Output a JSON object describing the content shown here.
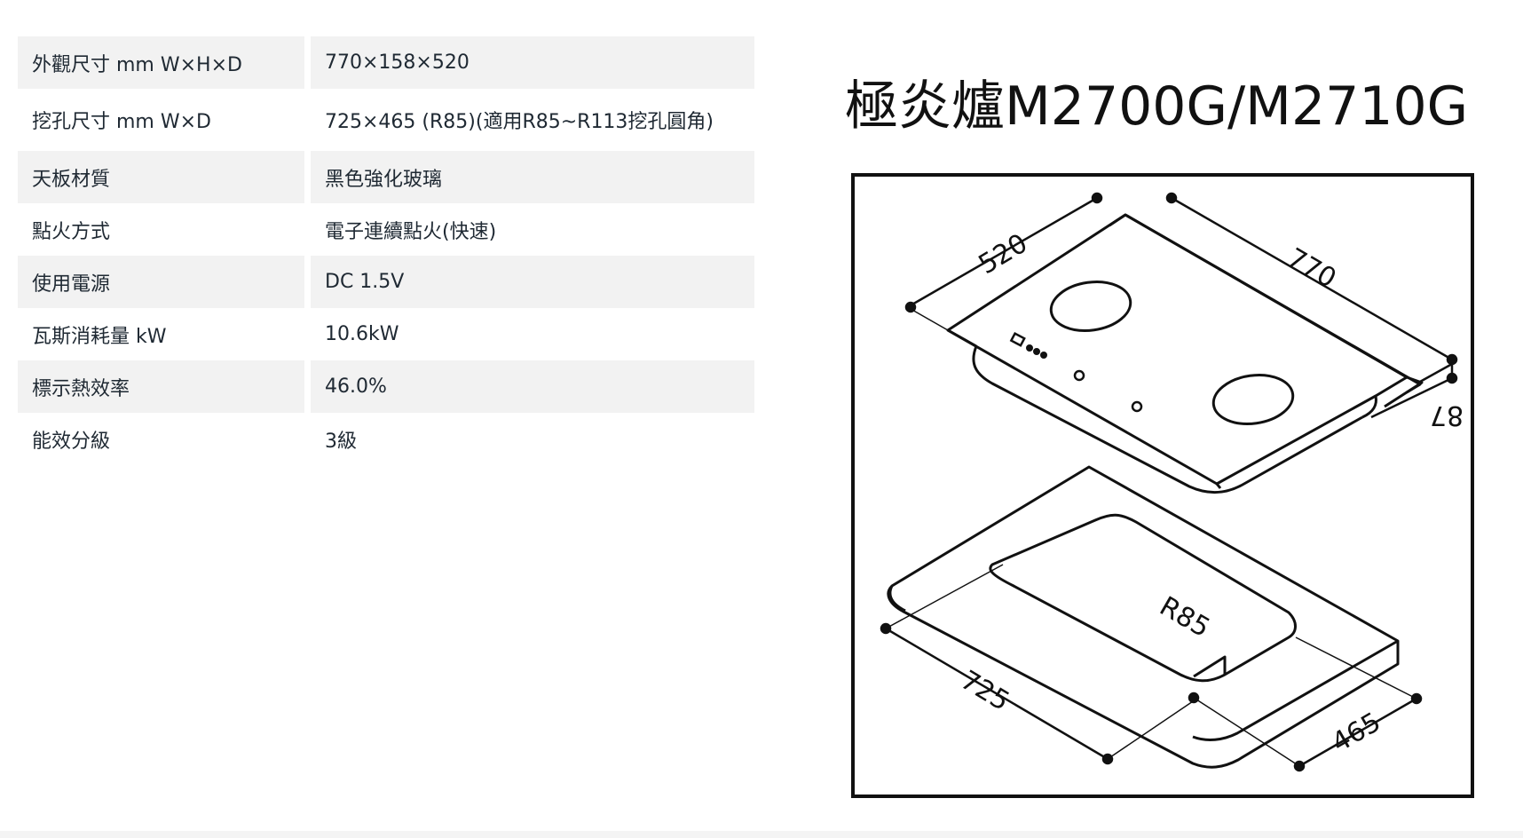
{
  "specs": [
    {
      "label": "外觀尺寸 mm W×H×D",
      "value": "770×158×520"
    },
    {
      "label": "挖孔尺寸 mm W×D",
      "value": "725×465 (R85)(適用R85~R113挖孔圓角)"
    },
    {
      "label": "天板材質",
      "value": "黑色強化玻璃"
    },
    {
      "label": "點火方式",
      "value": "電子連續點火(快速)"
    },
    {
      "label": "使用電源",
      "value": "DC 1.5V"
    },
    {
      "label": "瓦斯消耗量 kW",
      "value": "10.6kW"
    },
    {
      "label": "標示熱效率",
      "value": "46.0%"
    },
    {
      "label": "能效分級",
      "value": "3級"
    }
  ],
  "figure": {
    "title": "極炎爐M2700G/M2710G",
    "dim_depth": "520",
    "dim_width": "770",
    "dim_height": "87",
    "dim_corner_radius": "R85",
    "dim_cutout_width": "725",
    "dim_cutout_depth": "465"
  },
  "colors": {
    "row_shade": "#f2f2f2",
    "text": "#1f2933",
    "line": "#111111"
  }
}
